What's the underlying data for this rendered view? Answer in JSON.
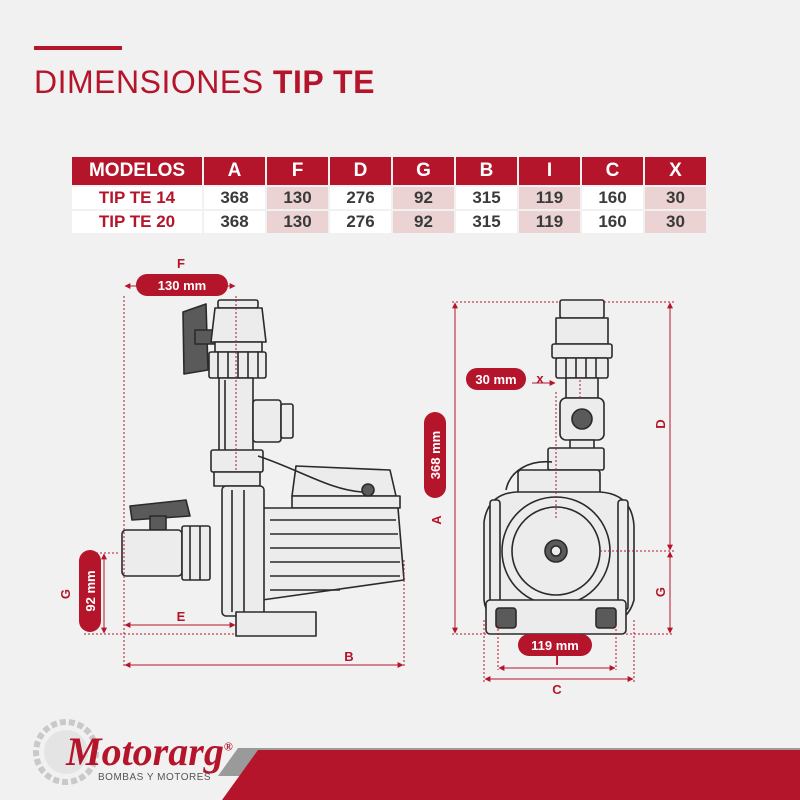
{
  "header": {
    "title_regular": "DIMENSIONES ",
    "title_bold": "TIP TE"
  },
  "table": {
    "headers": [
      "MODELOS",
      "A",
      "F",
      "D",
      "G",
      "B",
      "I",
      "C",
      "X"
    ],
    "rows": [
      [
        "TIP TE 14",
        "368",
        "130",
        "276",
        "92",
        "315",
        "119",
        "160",
        "30"
      ],
      [
        "TIP TE 20",
        "368",
        "130",
        "276",
        "92",
        "315",
        "119",
        "160",
        "30"
      ]
    ]
  },
  "side_view": {
    "label_f": "F",
    "pill_f": "130 mm",
    "label_g": "G",
    "pill_g": "92 mm",
    "label_e": "E",
    "label_b": "B"
  },
  "front_view": {
    "pill_x": "30 mm",
    "label_x": "x",
    "label_a": "A",
    "pill_a": "368 mm",
    "label_d": "D",
    "label_g": "G",
    "pill_i": "119 mm",
    "label_i": "I",
    "label_c": "C"
  },
  "brand": {
    "name": "Motorarg",
    "registered": "®",
    "tagline": "BOMBAS Y MOTORES"
  },
  "colors": {
    "accent": "#b5152b",
    "stripe_gray": "#9a9a9a"
  }
}
